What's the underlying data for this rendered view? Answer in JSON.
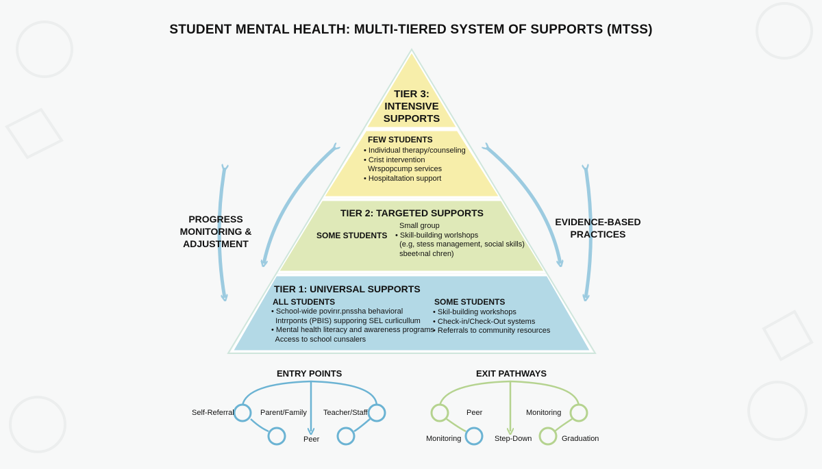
{
  "title": "STUDENT MENTAL HEALTH: MULTI-TIERED SYSTEM OF SUPPORTS (MTSS)",
  "tier3": {
    "heading": [
      "TIER 3:",
      "INTENSIVE",
      "SUPPORTS"
    ],
    "group": "FEW STUDENTS",
    "items": [
      "• Individual therapy/counseling",
      "• Crist intervention",
      "  Wrspopcump services",
      "• Hospitaltation support"
    ]
  },
  "tier2": {
    "heading": "TIER 2: TARGETED SUPPORTS",
    "group": "SOME STUDENTS",
    "items": [
      "Small group",
      "• Skill-building worlshops",
      "  (e.g, stess management, social skills)",
      "  sbeet‹nal chren)"
    ]
  },
  "tier1": {
    "heading": "TIER 1: UNIVERSAL SUPPORTS",
    "left_group": "ALL STUDENTS",
    "left_items": [
      "• School-wide povirır.pnssha behavioral",
      "  Intrrponts (PBIS) supporing SEL curlicullum",
      "• Mental health literacy and awareness programs",
      "  Access to school cunsalers"
    ],
    "right_group": "SOME STUDENTS",
    "right_items": [
      "• Skil-building workshops",
      "• Check-in/Check-Out systems",
      "• Referrals to community resources"
    ]
  },
  "side_left": [
    "PROGRESS",
    "MONITORING &",
    "ADJUSTMENT"
  ],
  "side_right": [
    "EVIDENCE-BASED",
    "PRACTICES"
  ],
  "entry": {
    "heading": "ENTRY POINTS",
    "nodes": [
      "Self-Referral",
      "Parent/Family",
      "Teacher/Staff",
      "Peer"
    ]
  },
  "exit": {
    "heading": "EXIT PATHWAYS",
    "nodes": [
      "Peer",
      "Monitoring",
      "Monitoring",
      "Step-Down",
      "Graduation"
    ]
  },
  "colors": {
    "tier3": "#f7eeaa",
    "tier2": "#dfe9b8",
    "tier1": "#b3d9e6",
    "arrow": "#9ccbe0",
    "entry": "#6bb3d3",
    "exit": "#b5d38f"
  }
}
